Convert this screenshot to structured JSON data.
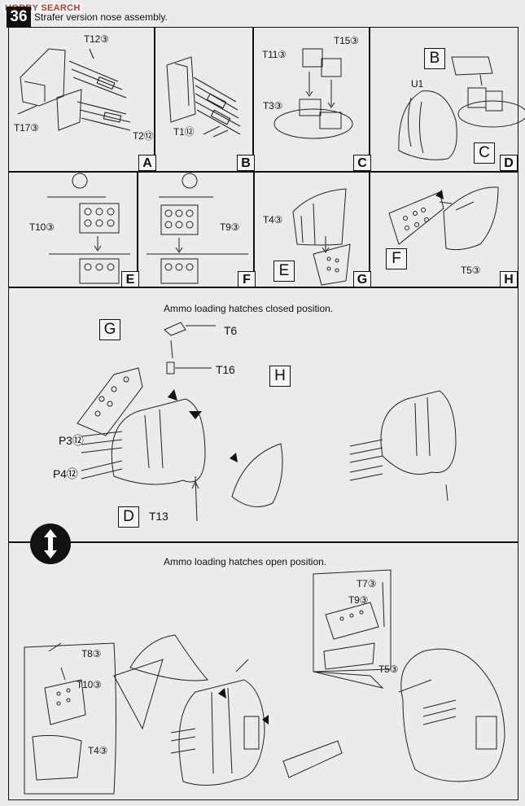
{
  "watermark": "HOBBY SEARCH",
  "step": {
    "number": "36",
    "title": "Strafer version nose assembly."
  },
  "panels": {
    "A": {
      "letter": "A",
      "labels": [
        "T12③",
        "T17③",
        "T2⑫"
      ]
    },
    "B": {
      "letter": "B",
      "labels": [
        "T1⑫"
      ]
    },
    "C": {
      "letter": "C",
      "labels": [
        "T11③",
        "T15③",
        "T3③"
      ]
    },
    "D": {
      "letter": "D",
      "labels": [
        "B",
        "U1",
        "C"
      ]
    },
    "E": {
      "letter": "E",
      "labels": [
        "T10③"
      ]
    },
    "F": {
      "letter": "F",
      "labels": [
        "T9③"
      ]
    },
    "G": {
      "letter": "G",
      "labels": [
        "T4③",
        "E"
      ]
    },
    "H": {
      "letter": "H",
      "labels": [
        "F",
        "T5③"
      ]
    }
  },
  "closed": {
    "caption": "Ammo loading hatches closed position.",
    "labels": [
      "G",
      "T6",
      "T16",
      "H",
      "P3⑫",
      "P4⑫",
      "D",
      "T13"
    ]
  },
  "open": {
    "caption": "Ammo loading hatches open position.",
    "left_labels": [
      "T8③",
      "T10③",
      "T4③"
    ],
    "right_labels": [
      "T7③",
      "T9③",
      "T5③"
    ]
  },
  "icons": {
    "rotate": "rotate-view-icon",
    "glue": "glue-icon"
  }
}
